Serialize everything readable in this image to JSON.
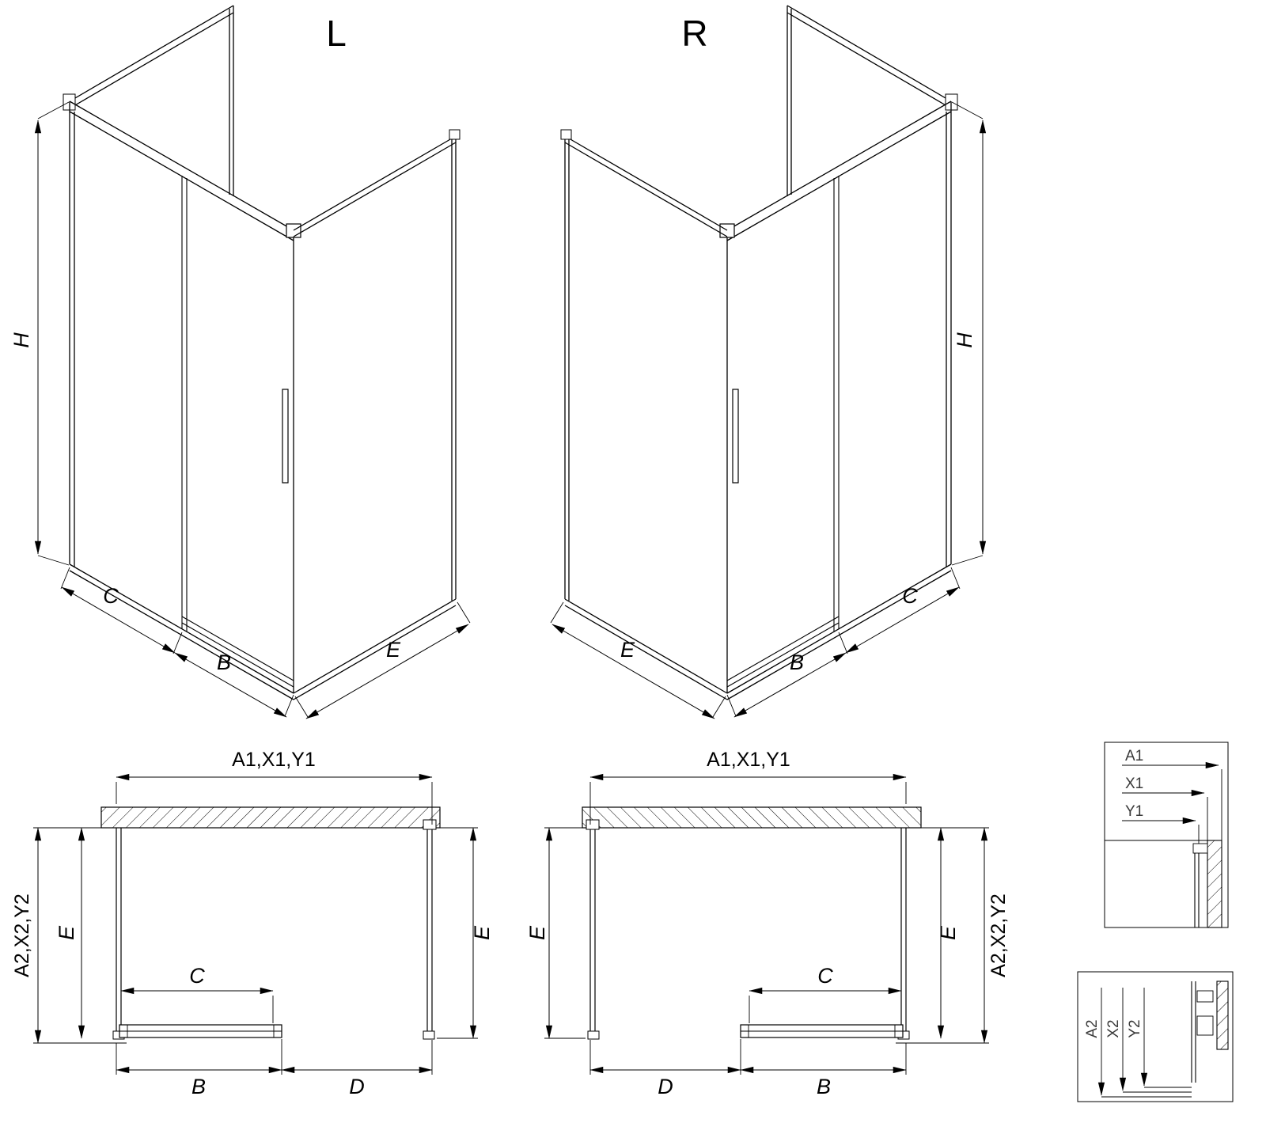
{
  "colors": {
    "ink": "#000000",
    "paper": "#ffffff"
  },
  "iso_left": {
    "title": "L",
    "height": "H",
    "fixed_width": "C",
    "door_width": "B",
    "side_width": "E"
  },
  "iso_right": {
    "title": "R",
    "height": "H",
    "fixed_width": "C",
    "door_width": "B",
    "side_width": "E"
  },
  "plan_left": {
    "top_width": "A1,X1,Y1",
    "total_width": "A2,X2,Y2",
    "side_depth_left": "E",
    "side_depth_right": "E",
    "clear_opening": "C",
    "bottom_left": "B",
    "bottom_right": "D"
  },
  "plan_right": {
    "top_width": "A1,X1,Y1",
    "total_width": "A2,X2,Y2",
    "side_depth_left": "E",
    "side_depth_right": "E",
    "clear_opening": "C",
    "bottom_left": "D",
    "bottom_right": "B"
  },
  "detail_top": {
    "labels": [
      "A1",
      "X1",
      "Y1"
    ]
  },
  "detail_bottom": {
    "labels": [
      "A2",
      "X2",
      "Y2"
    ]
  }
}
